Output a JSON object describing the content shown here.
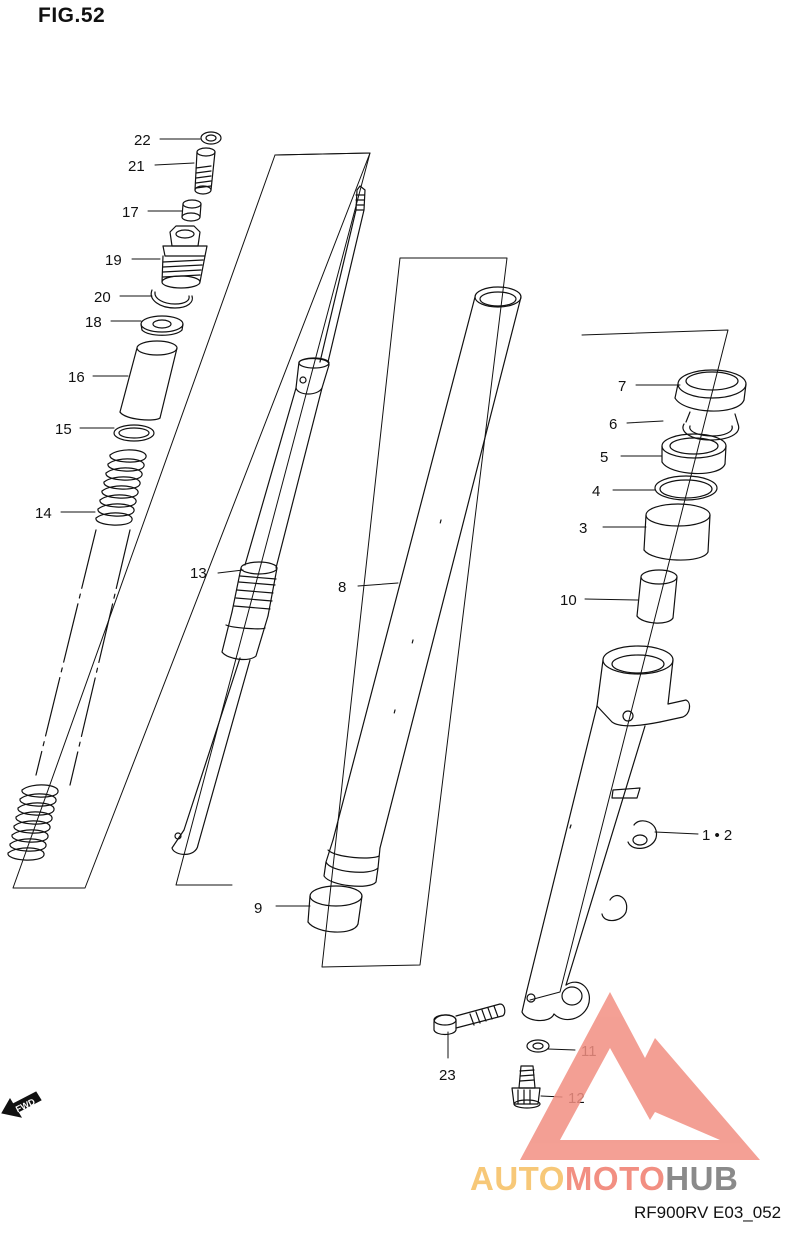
{
  "figure": {
    "title": "FIG.52",
    "code": "RF900RV E03_052",
    "fwd_label": "FWD"
  },
  "callouts": {
    "c22": "22",
    "c21": "21",
    "c17": "17",
    "c19": "19",
    "c20": "20",
    "c18": "18",
    "c16": "16",
    "c15": "15",
    "c14": "14",
    "c13": "13",
    "c8": "8",
    "c9": "9",
    "c7": "7",
    "c6": "6",
    "c5": "5",
    "c4": "4",
    "c3": "3",
    "c10": "10",
    "c12b": "1 • 2",
    "c23": "23",
    "c11": "11",
    "c12": "12"
  },
  "watermark": {
    "part1": "AUTO",
    "part2": "MOTO",
    "part3": "HUB",
    "color_primary": "#f28f82",
    "color_secondary": "#f7c878",
    "color_tertiary": "#8a8a8a"
  }
}
